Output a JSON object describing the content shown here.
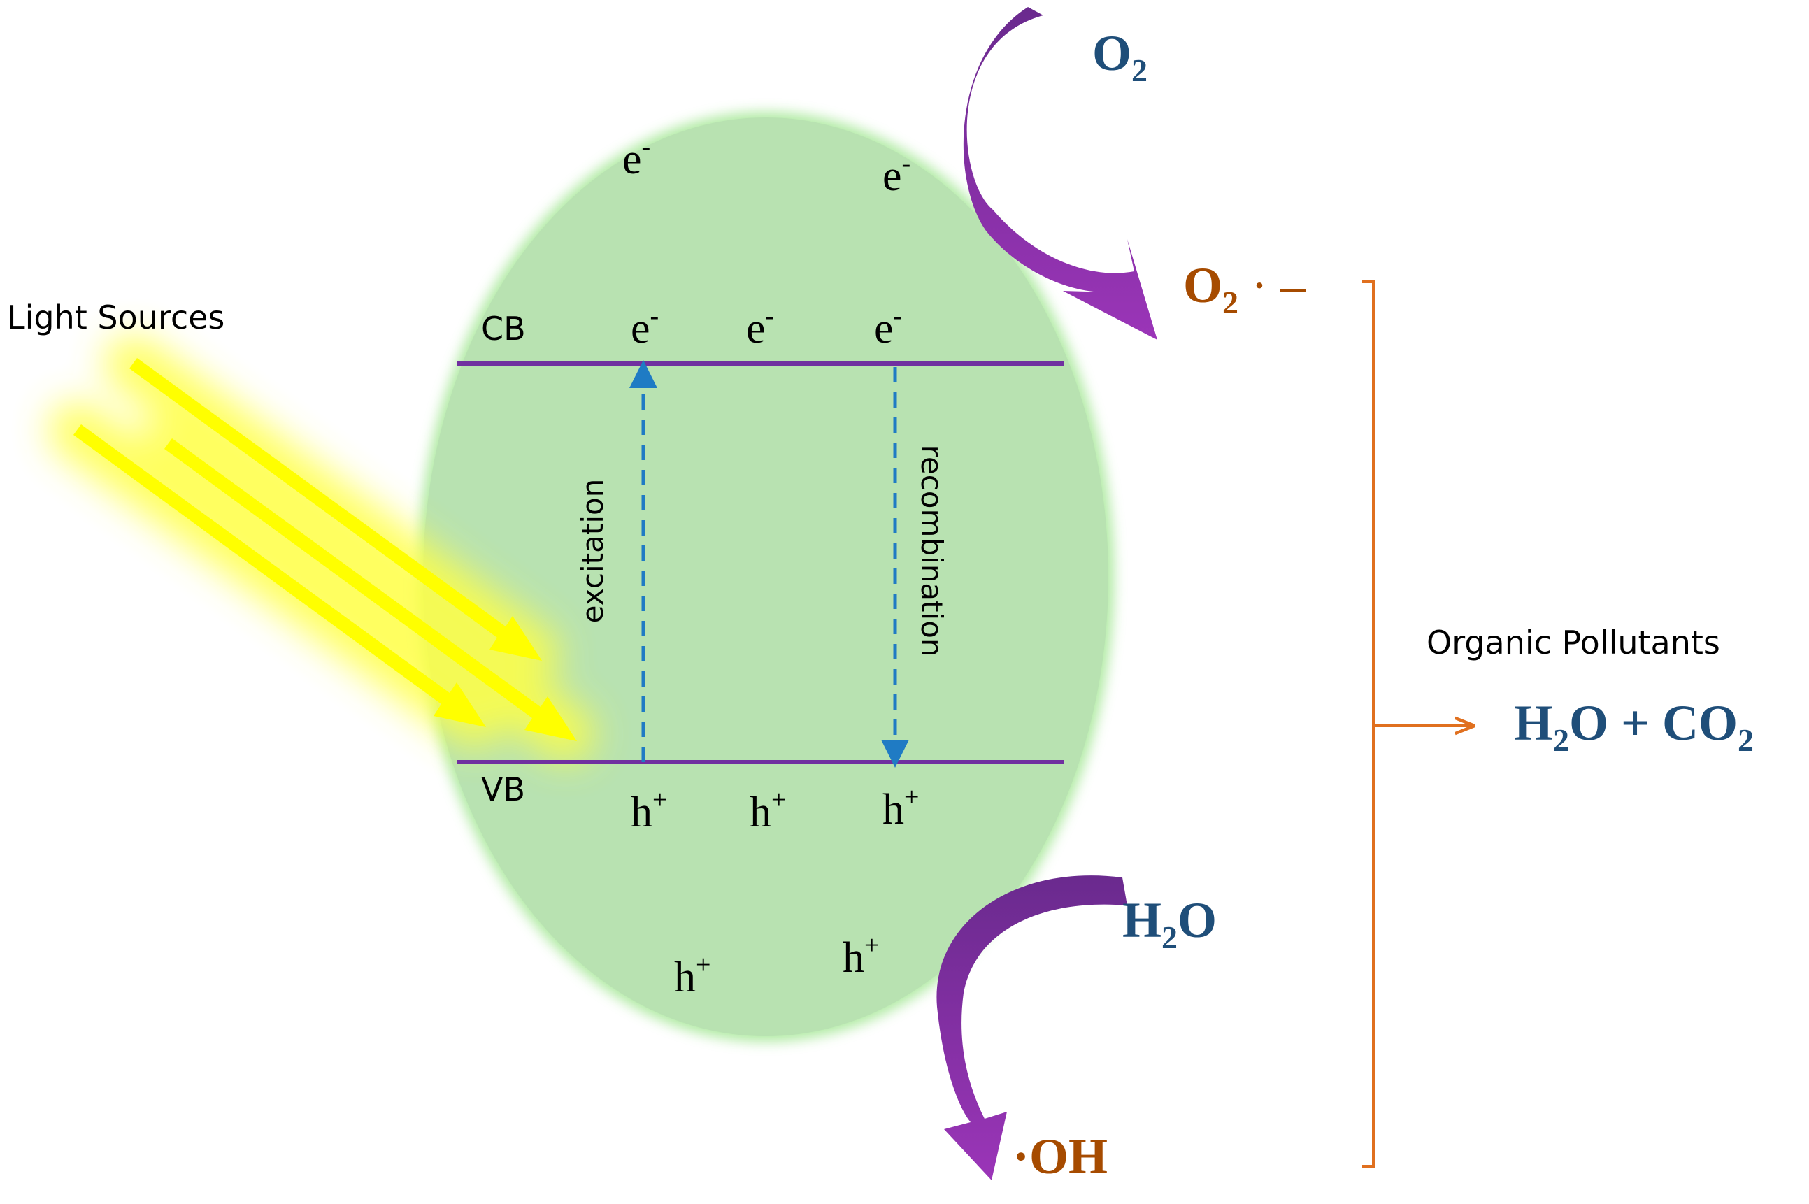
{
  "colors": {
    "particle_fill": "#b8e2b1",
    "particle_glow": "#a8e89a",
    "band_line": "#7030a0",
    "excitation_arrow": "#1f7bc4",
    "reaction_arrow": "#7a2a9e",
    "species_blue": "#1f4e79",
    "species_brown": "#a64b00",
    "bracket": "#e0701f",
    "light": "#ffff00"
  },
  "labels": {
    "light_sources": "Light Sources",
    "cb": "CB",
    "vb": "VB",
    "excitation": "excitation",
    "recombination": "recombination",
    "organic_pollutants": "Organic Pollutants"
  },
  "carriers": {
    "electron": {
      "base": "e",
      "sup": "-"
    },
    "hole": {
      "base": "h",
      "sup": "+"
    }
  },
  "species": {
    "o2": {
      "main": "O",
      "sub": "2"
    },
    "superoxide": {
      "main": "O",
      "sub": "2",
      "suffix": " · –"
    },
    "h2o": {
      "pre": "H",
      "sub": "2",
      "post": "O"
    },
    "oh": {
      "text": "·OH"
    },
    "products": {
      "pre": "H",
      "sub1": "2",
      "mid": "O + CO",
      "sub2": "2"
    }
  },
  "icons": {
    "light_rays": "light-ray-arrows",
    "excitation_arrow": "dashed-up-arrow",
    "recombination_arrow": "dashed-down-arrow",
    "reduction_arrow": "curved-purple-arrow",
    "oxidation_arrow": "curved-purple-arrow",
    "bracket": "right-bracket-arrow"
  }
}
